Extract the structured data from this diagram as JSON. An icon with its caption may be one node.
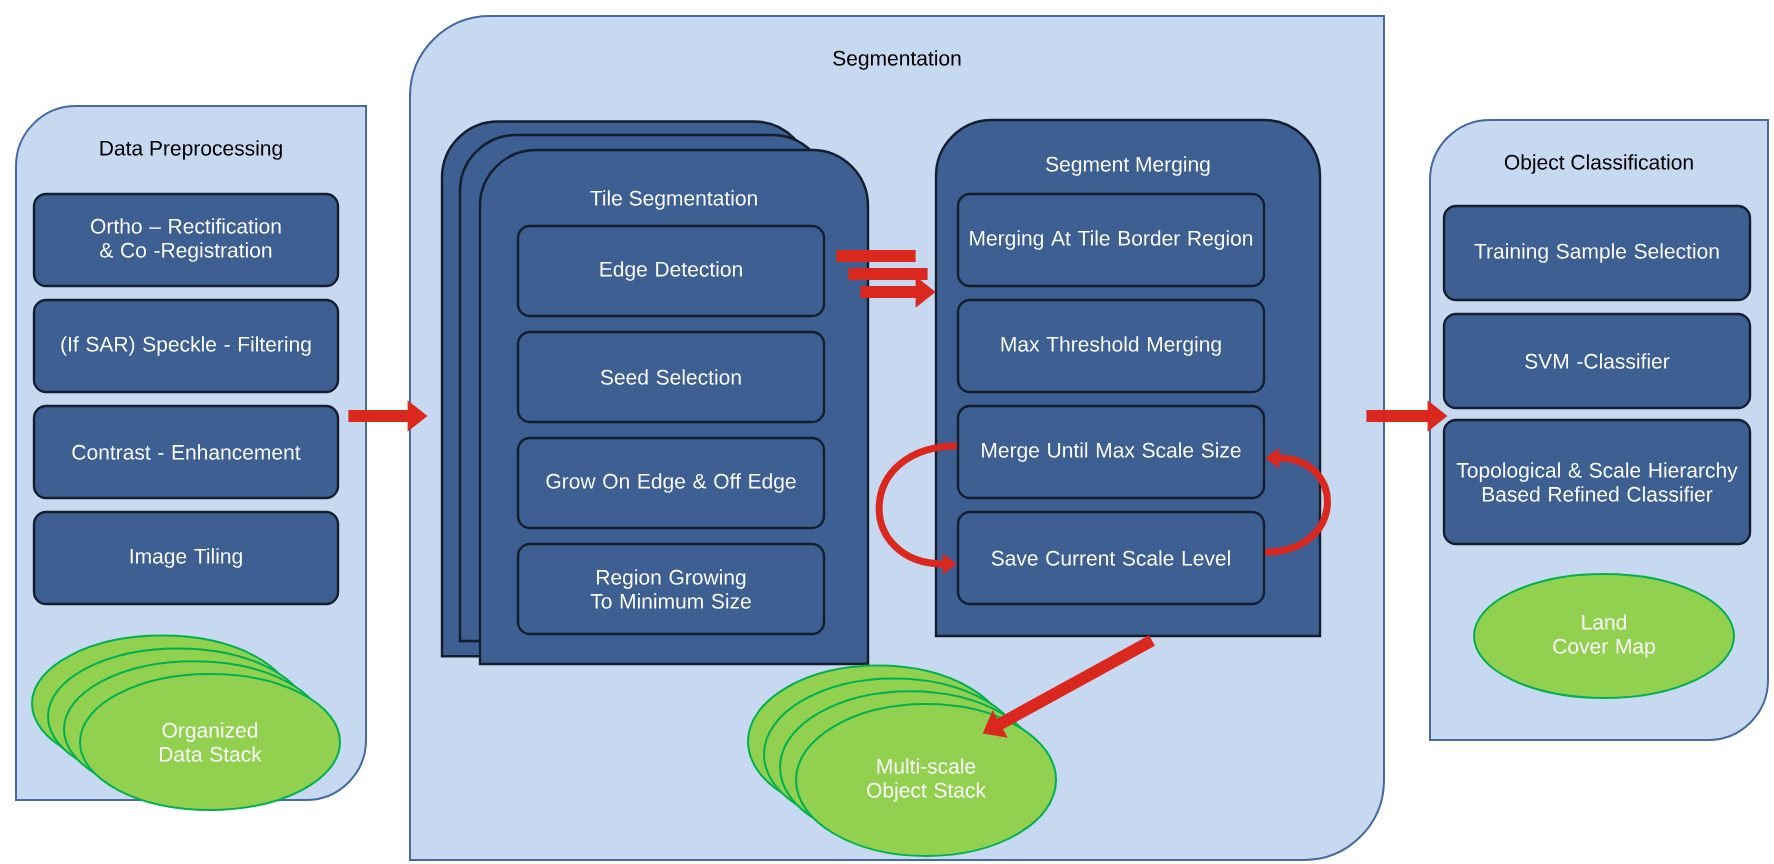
{
  "diagram": {
    "nodes": [
      {
        "text": [
          "Data Preprocessing"
        ]
      },
      {
        "text": [
          "Ortho – Rectification & Co -Registration"
        ],
        "in": 0
      },
      {
        "text": [
          "(If SAR) Speckle - Filtering"
        ],
        "in": 0
      },
      {
        "text": [
          "Contrast - Enhancement"
        ],
        "in": 0
      },
      {
        "text": [
          "Image Tiling"
        ],
        "in": 0
      },
      {
        "text": [
          "Organized Data Stack"
        ],
        "in": 0
      },
      {
        "text": [
          "Segmentation"
        ]
      },
      {
        "text": [
          "Tile Segmentation"
        ],
        "in": 6
      },
      {
        "text": [
          "Edge  Detection"
        ],
        "in": 7
      },
      {
        "text": [
          "Seed Selection"
        ],
        "in": 7
      },
      {
        "text": [
          "Grow On Edge & Off Edge"
        ],
        "in": 7
      },
      {
        "text": [
          "Region Growing To Minimum Size"
        ],
        "in": 7
      },
      {
        "text": [
          "Segment Merging"
        ],
        "in": 6
      },
      {
        "text": [
          "Merging At Tile Border Region"
        ],
        "in": 12
      },
      {
        "text": [
          "Max Threshold Merging"
        ],
        "in": 12
      },
      {
        "text": [
          "Merge Until Max Scale Size"
        ],
        "in": 12
      },
      {
        "text": [
          "Save Current Scale Level"
        ],
        "in": 12
      },
      {
        "text": [
          "Multi-scale Object Stack"
        ],
        "in": 6
      },
      {
        "text": [
          "Object Classification"
        ]
      },
      {
        "text": [
          "Training Sample Selection"
        ],
        "in": 18
      },
      {
        "text": [
          "SVM -Classifier"
        ],
        "in": 18
      },
      {
        "text": [
          "Topological  & Scale Hierarchy Based Refined Classifier"
        ],
        "in": 18
      },
      {
        "text": [
          "Land Cover Map"
        ],
        "in": 18
      }
    ],
    "edges": [
      {
        "from": 0,
        "to": 6,
        "arrow": "to"
      },
      {
        "from": 7,
        "to": 12,
        "arrow": "to"
      },
      {
        "from": 15,
        "to": 16,
        "arrow": "to"
      },
      {
        "from": 16,
        "to": 15,
        "arrow": "to"
      },
      {
        "from": 12,
        "to": 17,
        "arrow": "to"
      },
      {
        "from": 6,
        "to": 18,
        "arrow": "to"
      }
    ]
  }
}
